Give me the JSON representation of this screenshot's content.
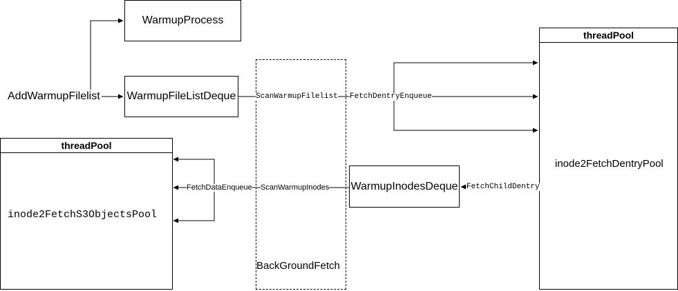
{
  "nodes": {
    "warmup_process": "WarmupProcess",
    "warmup_filelist_deque": "WarmupFileListDeque",
    "warmup_inodes_deque": "WarmupInodesDeque",
    "add_warmup_filelist": "AddWarmupFilelist",
    "background_fetch": "BackGroundFetch"
  },
  "pools": {
    "left": {
      "header": "threadPool",
      "body": "inode2FetchS3ObjectsPool"
    },
    "right": {
      "header": "threadPool",
      "body": "inode2FetchDentryPool"
    }
  },
  "edges": {
    "scan_warmup_filelist": "ScanWarmupFilelist",
    "fetch_dentry_enqueue": "FetchDentryEnqueue",
    "fetch_child_dentry": "FetchChildDentry",
    "fetch_data_enqueue": "FetchDataEnqueue",
    "scan_warmup_inodes": "ScanWarmupInodes"
  }
}
